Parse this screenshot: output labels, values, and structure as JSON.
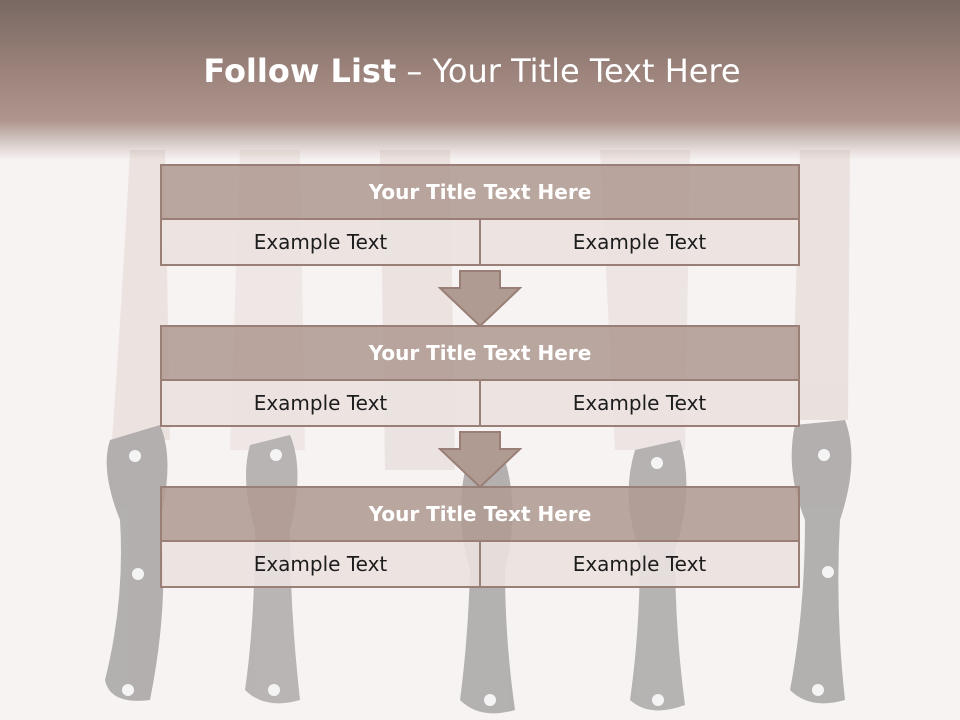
{
  "slide": {
    "title_bold": "Follow List",
    "title_rest": " – Your Title Text Here"
  },
  "blocks": [
    {
      "title": "Your Title Text Here",
      "left": "Example Text",
      "right": "Example Text"
    },
    {
      "title": "Your Title Text Here",
      "left": "Example Text",
      "right": "Example Text"
    },
    {
      "title": "Your Title Text Here",
      "left": "Example Text",
      "right": "Example Text"
    }
  ],
  "colors": {
    "header": "#9c837b",
    "box_title": "#b09b92",
    "box_cell": "#ebe2e0",
    "border": "#9a7f76"
  }
}
